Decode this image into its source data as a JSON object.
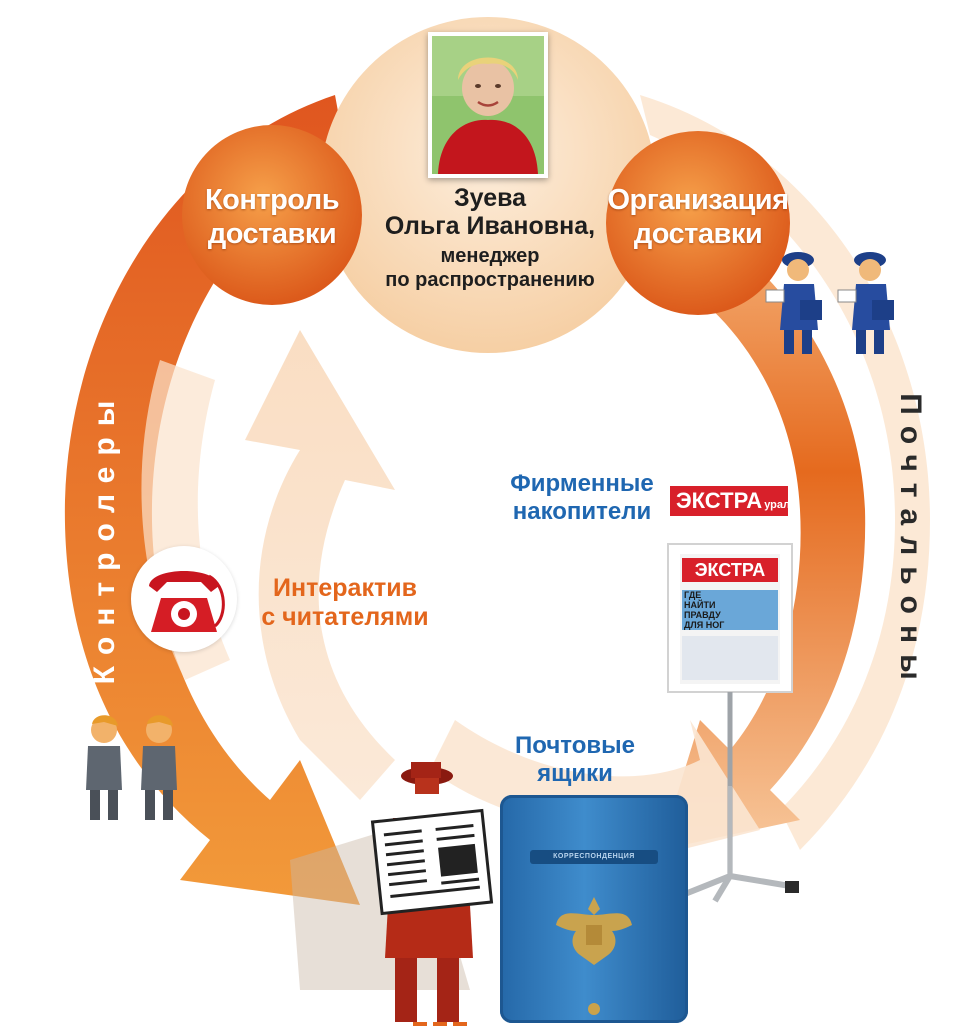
{
  "center": {
    "surname": "Зуева",
    "name": "Ольга Ивановна,",
    "role_line1": "менеджер",
    "role_line2": "по распространению"
  },
  "nodes": {
    "control": {
      "line1": "Контроль",
      "line2": "доставки"
    },
    "organization": {
      "line1": "Организация",
      "line2": "доставки"
    }
  },
  "arcs": {
    "left": "Контролеры",
    "right": "Почтальоны"
  },
  "items": {
    "interactive": {
      "line1": "Интерактив",
      "line2": "с читателями"
    },
    "accumulators": {
      "line1": "Фирменные",
      "line2": "накопители"
    },
    "mailboxes": {
      "line1": "Почтовые",
      "line2": "ящики"
    }
  },
  "newspaper": {
    "brand": "ЭКСТРА",
    "brand_suffix": "урал",
    "headline": "ГДЕ НАЙТИ ПРАВДУ ДЛЯ НОГ"
  },
  "mailbox": {
    "plate": "КОРРЕСПОНДЕНЦИЯ"
  },
  "colors": {
    "orange_dark": "#d9561b",
    "orange": "#ef8a2c",
    "peach": "#f8d8b6",
    "blue": "#1f67b1",
    "mailbox_blue": "#2f78b9"
  }
}
